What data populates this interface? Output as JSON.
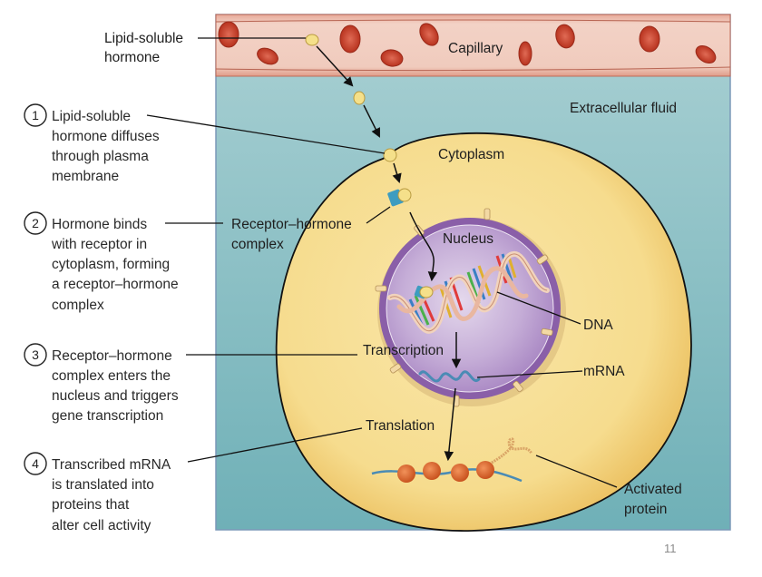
{
  "page_number": "11",
  "regions": {
    "capillary": "Capillary",
    "extracellular_fluid": "Extracellular fluid",
    "cytoplasm": "Cytoplasm",
    "nucleus": "Nucleus"
  },
  "labels": {
    "lipid_soluble_hormone": [
      "Lipid-soluble",
      "hormone"
    ],
    "receptor_hormone_complex": [
      "Receptor–hormone",
      "complex"
    ],
    "dna": "DNA",
    "transcription": "Transcription",
    "mrna": "mRNA",
    "translation": "Translation",
    "activated_protein": [
      "Activated",
      "protein"
    ]
  },
  "steps": [
    {
      "number": "1",
      "lines": [
        "Lipid-soluble",
        "hormone diffuses",
        "through plasma",
        "membrane"
      ]
    },
    {
      "number": "2",
      "lines": [
        "Hormone binds",
        "with receptor in",
        "cytoplasm, forming",
        "a receptor–hormone",
        "complex"
      ]
    },
    {
      "number": "3",
      "lines": [
        "Receptor–hormone",
        "complex enters the",
        "nucleus and triggers",
        "gene transcription"
      ]
    },
    {
      "number": "4",
      "lines": [
        "Transcribed mRNA",
        "is translated into",
        "proteins that",
        "alter cell activity"
      ]
    }
  ],
  "colors": {
    "capillary": "#eec3b4",
    "capillary_wall": "#c97b6a",
    "blood_cell": "#c8412e",
    "extracellular": "#8fc3c7",
    "cytoplasm": "#f5d98a",
    "cytoplasm_edge": "#eac46a",
    "nucleus": "#9b72b5",
    "nucleus_inner": "#c9b2d8",
    "hormone": "#f5e08a",
    "receptor": "#3d9cc0",
    "ribosome": "#e0703a",
    "mrna": "#4a8bb5"
  }
}
